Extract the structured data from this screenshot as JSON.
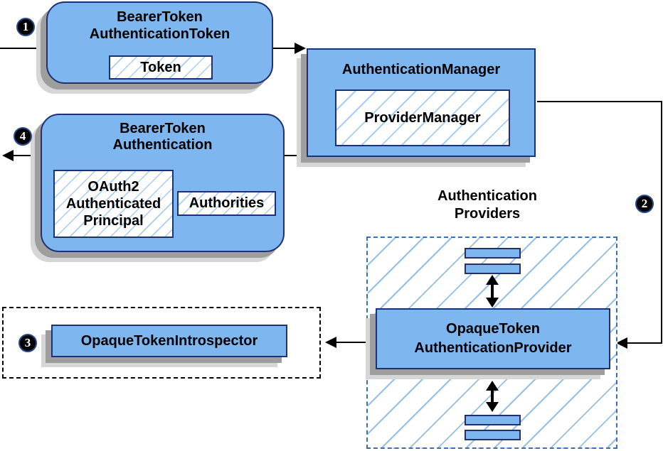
{
  "steps": {
    "one": "1",
    "two": "2",
    "three": "3",
    "four": "4"
  },
  "bearer_token_authentication_token": {
    "title": "BearerToken\nAuthenticationToken",
    "token_label": "Token"
  },
  "authentication_manager": {
    "title": "AuthenticationManager",
    "provider_manager_label": "ProviderManager"
  },
  "bearer_token_authentication": {
    "title": "BearerToken\nAuthentication",
    "principal_label": "OAuth2\nAuthenticated\nPrincipal",
    "authorities_label": "Authorities"
  },
  "authentication_providers": {
    "label": "Authentication\nProviders",
    "provider_title": "OpaqueToken\nAuthenticationProvider"
  },
  "opaque_token_introspector": {
    "label": "OpaqueTokenIntrospector"
  },
  "colors": {
    "node_fill": "#7eb6f0",
    "node_border": "#1f3075",
    "hatch_line": "#a9cdf0",
    "region_hatch": "#95bfe3",
    "dash_blue": "#3a6fb5",
    "shadow_dark": "#9e9e9e",
    "shadow_light": "#d6d6d6",
    "ink": "#000000",
    "ring": "#2a4a8f"
  }
}
